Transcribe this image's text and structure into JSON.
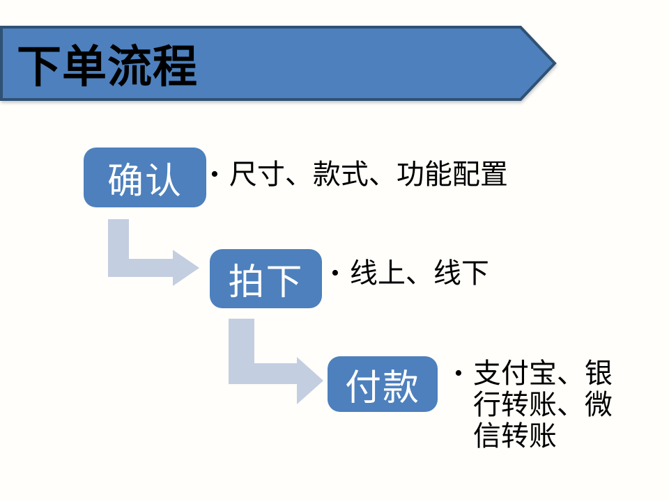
{
  "slide_title": "下单流程",
  "bullet_char": "•",
  "steps": [
    {
      "label": "确认",
      "bullet_text": "尺寸、款式、功能配置",
      "bullet_lines": [
        "尺寸、款式、功能配置"
      ]
    },
    {
      "label": "拍下",
      "bullet_text": "线上、线下",
      "bullet_lines": [
        "线上、线下"
      ]
    },
    {
      "label": "付款",
      "bullet_text": "支付宝、银行转账、微信转账",
      "bullet_lines": [
        "支付宝、银",
        "行转账、微",
        "信转账"
      ]
    }
  ],
  "colors": {
    "box_blue": "#4d80bd",
    "banner_fill": "#4d80bd",
    "banner_border": "#2f5173",
    "connector_arrow": "#c3cee1",
    "title_text": "#000000",
    "box_text": "#ffffff",
    "bullet_text": "#000000",
    "background": "#fffefa"
  }
}
